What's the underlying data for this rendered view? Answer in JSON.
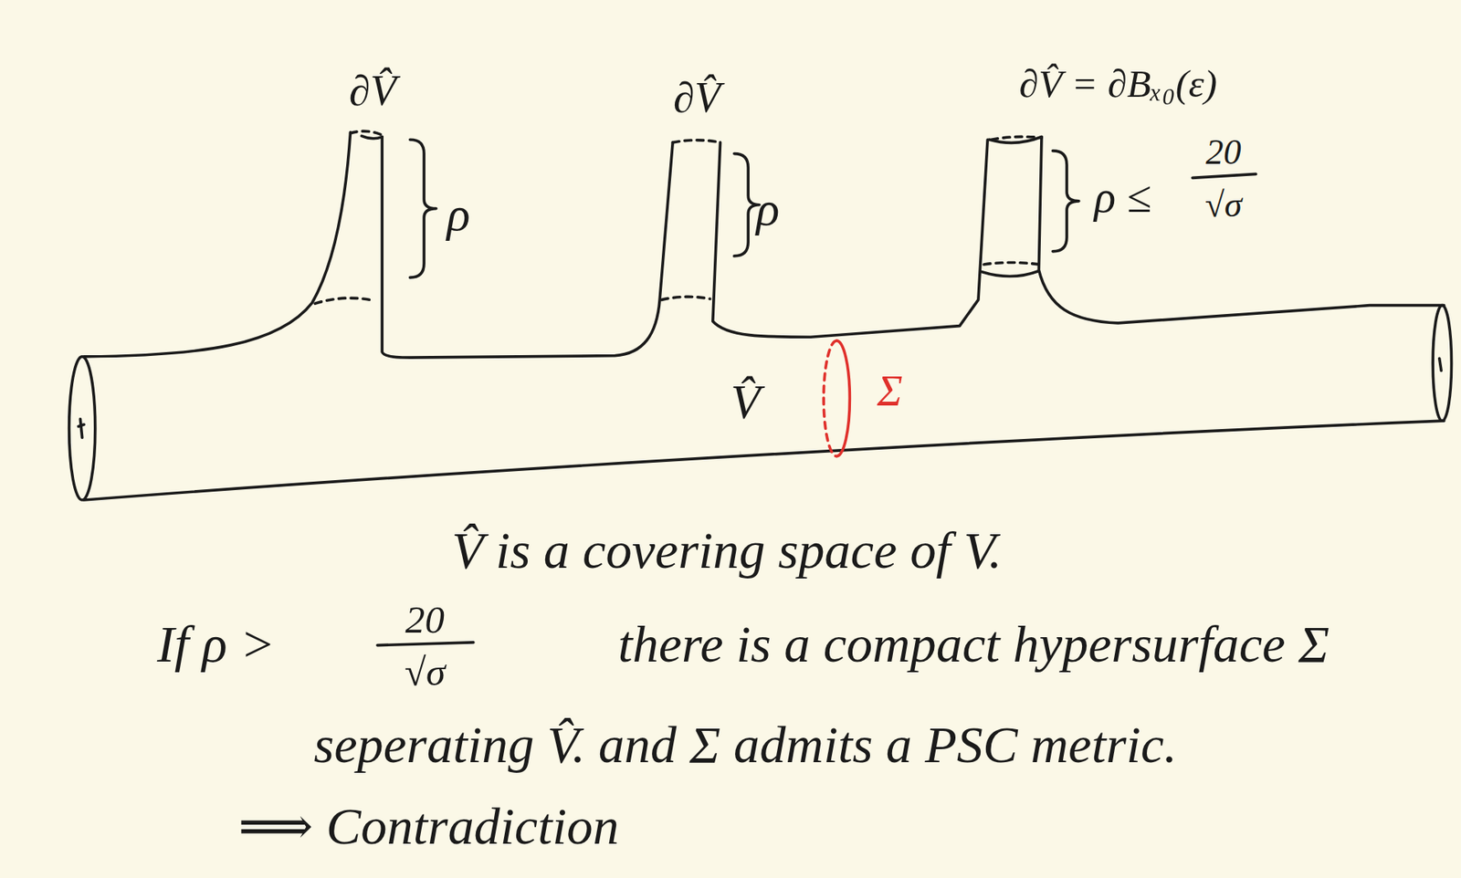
{
  "diagram": {
    "labels": [
      "∂V̂",
      "∂V̂",
      "∂V̂ = ∂Bₓ₀(ε)",
      "ρ",
      "ρ",
      "ρ ≤",
      "20",
      "√σ",
      "V̂",
      "Σ",
      "V̂ is a covering space of V.",
      "If ρ >",
      "20",
      "√σ",
      "there is a compact hypersurface Σ",
      "seperating V̂. and Σ admits a PSC metric.",
      "⟹ Contradiction"
    ]
  }
}
